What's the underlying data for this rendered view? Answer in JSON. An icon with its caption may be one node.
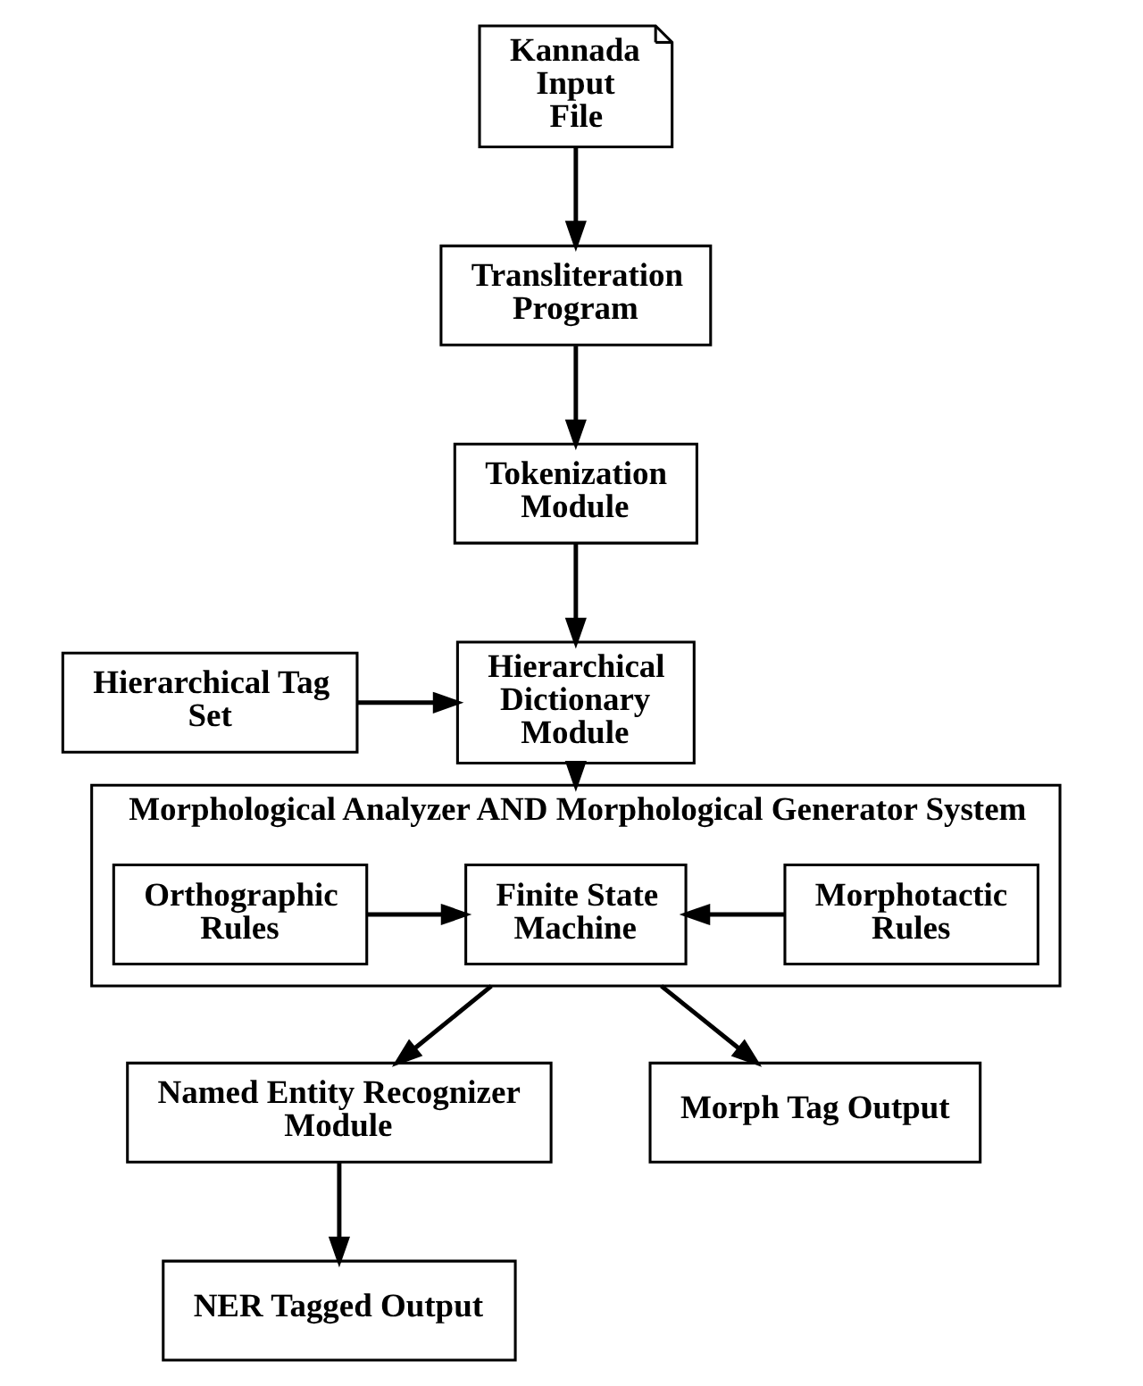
{
  "diagram": {
    "nodes": [
      {
        "text": [
          "Kannada Input File"
        ]
      },
      {
        "text": [
          "Transliteration Program"
        ]
      },
      {
        "text": [
          "Tokenization Module"
        ]
      },
      {
        "text": [
          "Hierarchical Dictionary Module"
        ]
      },
      {
        "text": [
          "Hierarchical Tag Set"
        ]
      },
      {
        "text": [
          "Morphological Analyzer AND Morphological Generator System"
        ]
      },
      {
        "text": [
          "Orthographic Rules"
        ],
        "in": 5
      },
      {
        "text": [
          "Finite State Machine"
        ],
        "in": 5
      },
      {
        "text": [
          "Morphotactic Rules"
        ],
        "in": 5
      },
      {
        "text": [
          "Named Entity Recognizer Module"
        ]
      },
      {
        "text": [
          "NER Tagged Output"
        ]
      },
      {
        "text": [
          "Morph Tag Output"
        ]
      }
    ],
    "edges": [
      {
        "from": 0,
        "to": 1,
        "arrow": "to"
      },
      {
        "from": 1,
        "to": 2,
        "arrow": "to"
      },
      {
        "from": 2,
        "to": 3,
        "arrow": "to"
      },
      {
        "from": 4,
        "to": 3,
        "arrow": "to"
      },
      {
        "from": 3,
        "to": 5,
        "arrow": "to"
      },
      {
        "from": 6,
        "to": 7,
        "arrow": "to"
      },
      {
        "from": 8,
        "to": 7,
        "arrow": "to"
      },
      {
        "from": 5,
        "to": 9,
        "arrow": "to"
      },
      {
        "from": 9,
        "to": 10,
        "arrow": "to"
      },
      {
        "from": 5,
        "to": 11,
        "arrow": "to"
      }
    ]
  }
}
